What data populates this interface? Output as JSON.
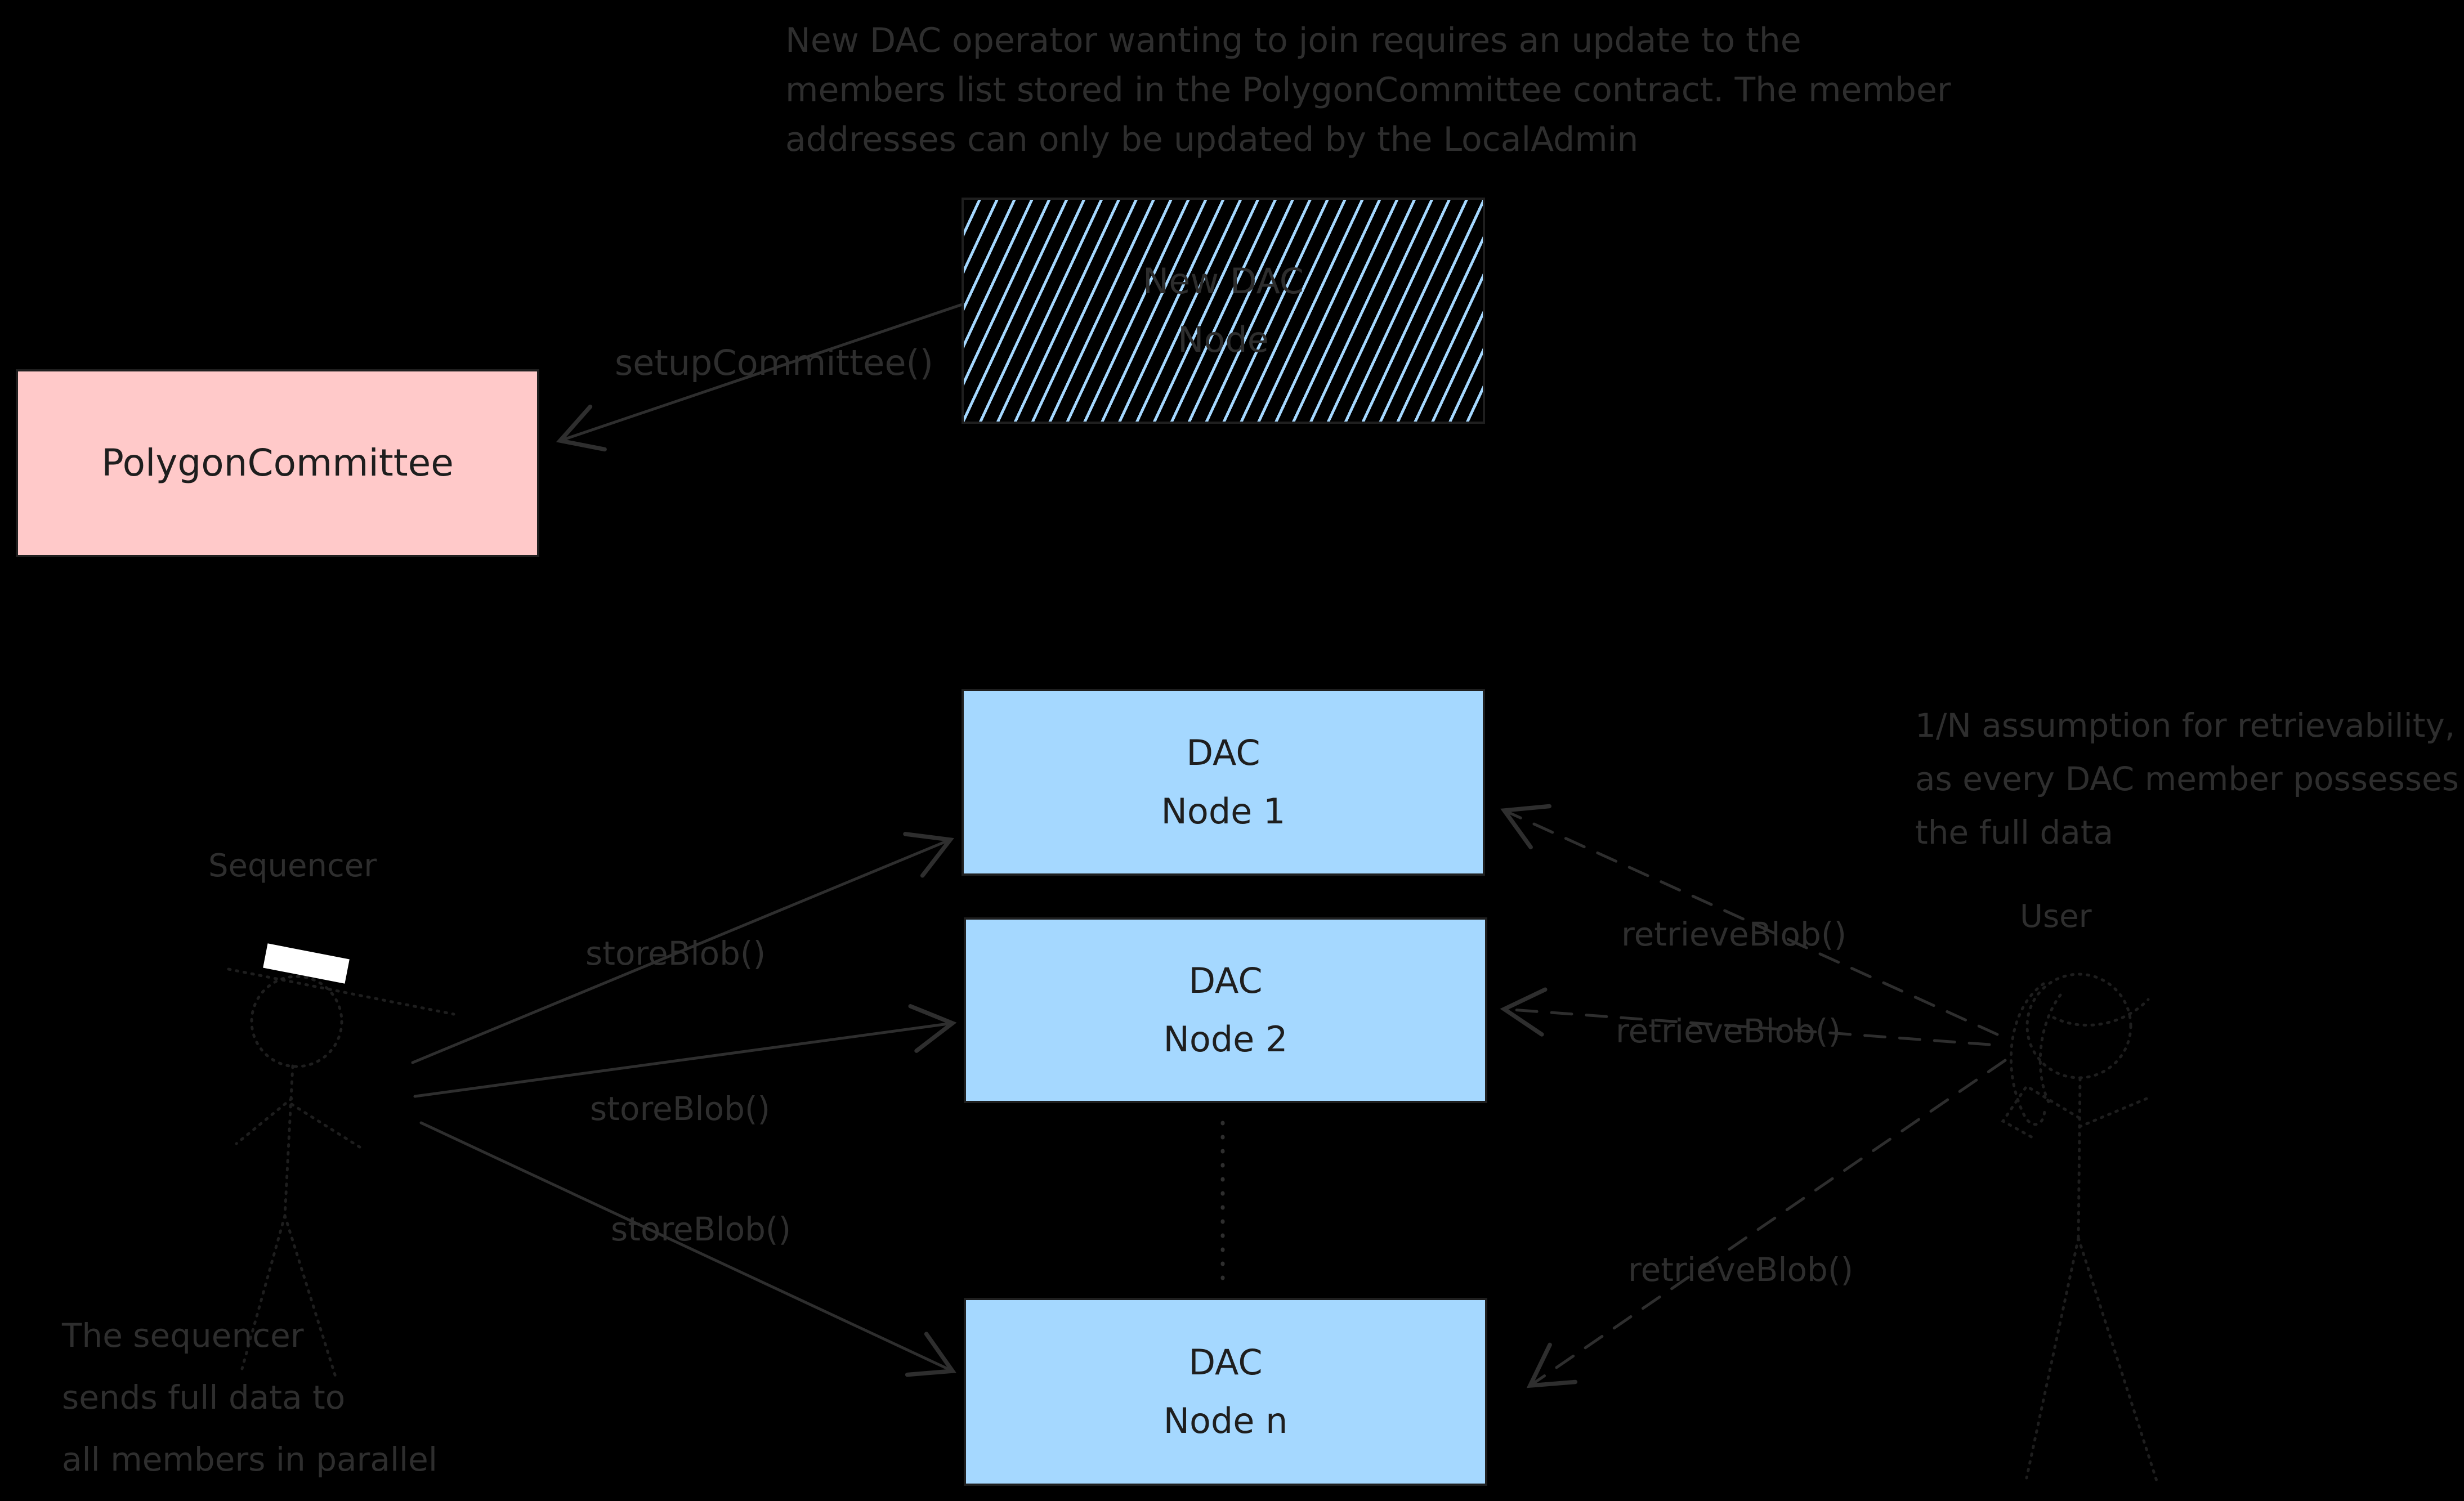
{
  "notes": {
    "top": {
      "lines": [
        "New DAC operator wanting to join requires an update to the",
        "members list stored in the PolygonCommittee contract. The member",
        "addresses can only be updated by the LocalAdmin"
      ]
    },
    "retrievability": {
      "lines": [
        "1/N assumption for retrievability,",
        "as every DAC member possesses",
        "the full data"
      ]
    },
    "parallel": {
      "lines": [
        "The sequencer",
        "sends full data to",
        "all members in parallel"
      ]
    }
  },
  "actors": {
    "sequencer": "Sequencer",
    "user": "User"
  },
  "boxes": {
    "new_dac_node": {
      "line1": "New DAC",
      "line2": "Node"
    },
    "polygon_committee": {
      "label": "PolygonCommittee"
    },
    "dac_node_1": {
      "line1": "DAC",
      "line2": "Node 1"
    },
    "dac_node_2": {
      "line1": "DAC",
      "line2": "Node 2"
    },
    "dac_node_n": {
      "line1": "DAC",
      "line2": "Node n"
    }
  },
  "edge_labels": {
    "setup_committee": "setupCommittee()",
    "store_blob_1": "storeBlob()",
    "store_blob_2": "storeBlob()",
    "store_blob_3": "storeBlob()",
    "retrieve_blob_1": "retrieveBlob()",
    "retrieve_blob_2": "retrieveBlob()",
    "retrieve_blob_3": "retrieveBlob()"
  },
  "colors": {
    "background": "#000000",
    "node_fill": "#a5d8ff",
    "committee_fill": "#ffc9c9",
    "hatch_line": "#a5d8ff",
    "box_border": "#1f1f1f",
    "box_text": "#1e1e1e",
    "annotation_text": "#2e2e2e",
    "arrow_stroke": "#2e2e2e",
    "figure_stroke": "#1e1e1e",
    "laptop_fill": "#ffffff"
  }
}
